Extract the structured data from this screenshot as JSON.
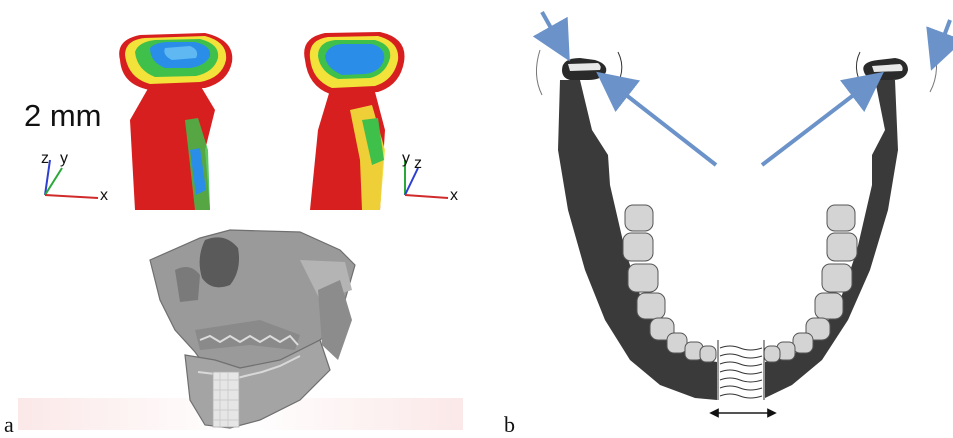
{
  "panel_a": {
    "label": "a",
    "scale_label": "2 mm",
    "left_axis": {
      "labels": [
        "z",
        "y",
        "x"
      ]
    },
    "right_axis": {
      "labels": [
        "y",
        "z",
        "x"
      ]
    }
  },
  "panel_b": {
    "label": "b"
  },
  "colors": {
    "arrow": "#6b93c9",
    "contour_red": "#d81f1f",
    "contour_yellow": "#f2e23a",
    "contour_green": "#3fc04a",
    "contour_blue": "#2a8ee8",
    "bone": "#9a9a9a",
    "mandible": "#3a3a3a"
  }
}
